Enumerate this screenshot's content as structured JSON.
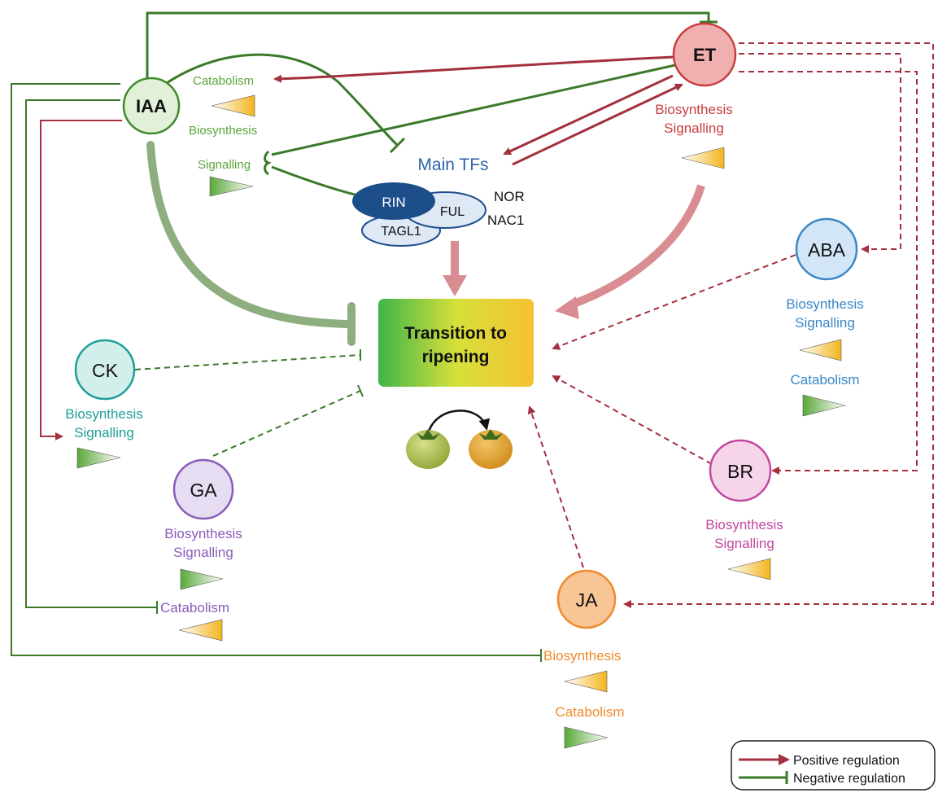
{
  "nodes": {
    "iaa": "IAA",
    "et": "ET",
    "aba": "ABA",
    "ck": "CK",
    "ga": "GA",
    "br": "BR",
    "ja": "JA"
  },
  "central": {
    "line1": "Transition to",
    "line2": "ripening"
  },
  "tfs": {
    "title": "Main TFs",
    "rin": "RIN",
    "ful": "FUL",
    "tagl1": "TAGL1",
    "nor": "NOR",
    "nac1": "NAC1"
  },
  "labels": {
    "iaa_catabolism": "Catabolism",
    "iaa_biosynthesis": "Biosynthesis",
    "iaa_signalling": "Signalling",
    "et_biosynthesis": "Biosynthesis",
    "et_signalling": "Signalling",
    "aba_biosynthesis": "Biosynthesis",
    "aba_signalling": "Signalling",
    "aba_catabolism": "Catabolism",
    "ck_biosynthesis": "Biosynthesis",
    "ck_signalling": "Signalling",
    "ga_biosynthesis": "Biosynthesis",
    "ga_signalling": "Signalling",
    "ga_catabolism": "Catabolism",
    "br_biosynthesis": "Biosynthesis",
    "br_signalling": "Signalling",
    "ja_biosynthesis": "Biosynthesis",
    "ja_catabolism": "Catabolism"
  },
  "legend": {
    "positive": "Positive regulation",
    "negative": "Negative regulation"
  },
  "colors": {
    "positive": "#a4303f",
    "negative": "#3a7a2a",
    "iaa_text": "#5aa63a",
    "et_text": "#c93c3c",
    "aba_text": "#3a86c8",
    "ck_text": "#1f9e98",
    "ga_text": "#8a5cb8",
    "br_text": "#c2479e",
    "ja_text": "#ef8a2c",
    "tf_text": "#2c64a8"
  }
}
